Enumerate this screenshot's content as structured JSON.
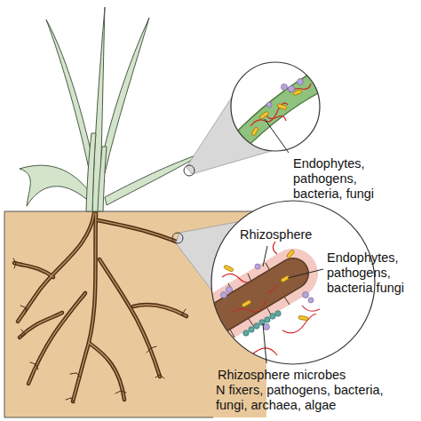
{
  "diagram": {
    "labels": [
      "Endophytes, pathogens, bacteria, fungi",
      "Rhizosphere",
      "Endophytes, pathogens, bacteria fungi",
      "Rhizosphere microbes",
      "N fixers, pathogens, bacteria, fungi, archaea, algae"
    ]
  }
}
